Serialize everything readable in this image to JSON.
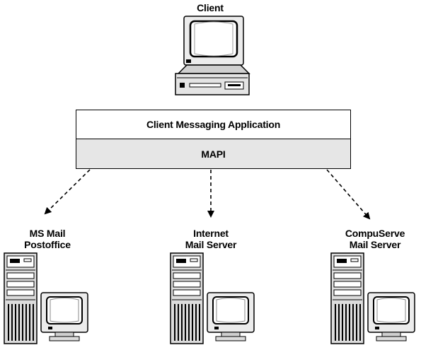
{
  "client": {
    "label": "Client"
  },
  "stack": {
    "app_label": "Client Messaging Application",
    "mapi_label": "MAPI",
    "app_fill": "#ffffff",
    "mapi_fill": "#e6e6e6"
  },
  "servers": [
    {
      "line1": "MS Mail",
      "line2": "Postoffice"
    },
    {
      "line1": "Internet",
      "line2": "Mail Server"
    },
    {
      "line1": "CompuServe",
      "line2": "Mail Server"
    }
  ]
}
